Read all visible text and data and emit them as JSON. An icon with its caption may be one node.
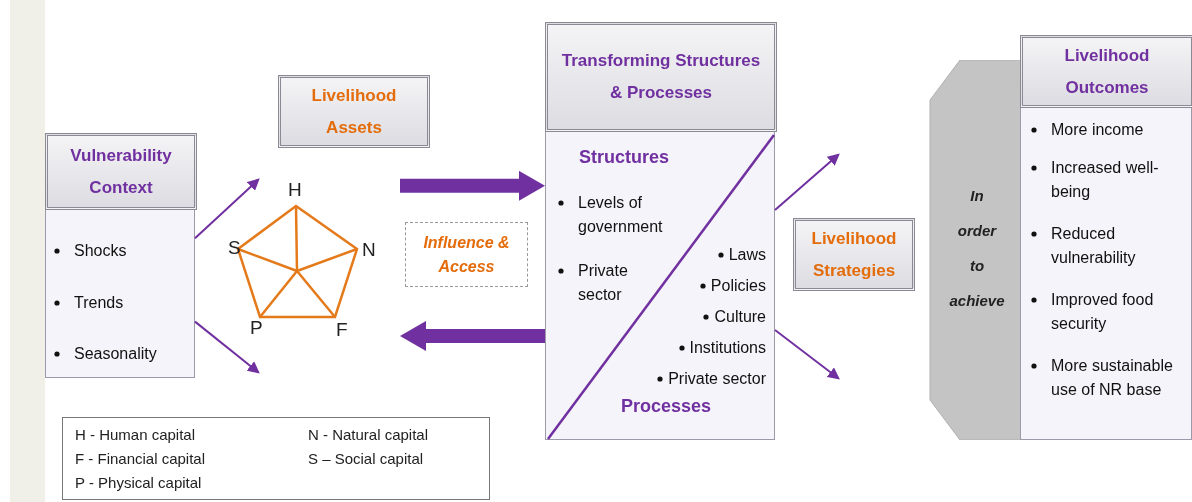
{
  "diagram": {
    "nodes": [
      {
        "text": [
          "Vulnerability Context",
          "Shocks",
          "Trends",
          "Seasonality"
        ]
      },
      {
        "text": [
          "Livelihood Assets"
        ]
      },
      {
        "text": [],
        "shape": "pentagon",
        "beside": [
          "H",
          "S",
          "N",
          "P",
          "F"
        ]
      },
      {
        "text": [
          "Influence & Access"
        ]
      },
      {
        "text": [
          "Transforming Structures & Processes",
          "Structures",
          "Levels of government",
          "Private sector",
          "Laws",
          "Policies",
          "Culture",
          "Institutions",
          "Private sector",
          "Processes"
        ]
      },
      {
        "text": [
          "Livelihood Strategies"
        ]
      },
      {
        "text": [
          "In order to achieve"
        ]
      },
      {
        "text": [
          "Livelihood Outcomes",
          "More income",
          "Increased well-being",
          "Reduced vulnerability",
          "Improved food security",
          "More sustainable use of NR base"
        ]
      },
      {
        "text": [
          "H - Human capital",
          "N - Natural capital",
          "F - Financial capital",
          "S – Social capital",
          "P - Physical capital"
        ]
      }
    ],
    "edges": [
      {
        "from": 0,
        "to": 2,
        "arrow": "to"
      },
      {
        "from": 0,
        "to": 2,
        "arrow": "to"
      },
      {
        "from": 2,
        "to": 4,
        "arrow": "to",
        "style": "thick"
      },
      {
        "from": 4,
        "to": 2,
        "arrow": "to",
        "style": "thick"
      },
      {
        "from": 4,
        "to": null,
        "arrow": "to"
      },
      {
        "from": 4,
        "to": null,
        "arrow": "to"
      }
    ]
  }
}
